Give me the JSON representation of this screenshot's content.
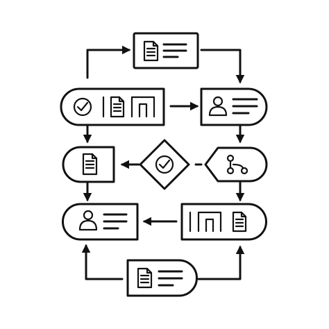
{
  "diagram": {
    "colors": {
      "ink": "#111111",
      "background": "#ffffff"
    },
    "nodes": [
      {
        "id": "top-document-card",
        "icons": [
          "document-icon",
          "text-lines-icon"
        ]
      },
      {
        "id": "approval-status-pill",
        "icons": [
          "checkmark-circle-icon",
          "document-icon",
          "layout-columns-icon"
        ]
      },
      {
        "id": "user-profile-card-right",
        "icons": [
          "user-icon",
          "text-lines-icon"
        ]
      },
      {
        "id": "document-pill-left",
        "icons": [
          "document-icon"
        ]
      },
      {
        "id": "decision-diamond",
        "icons": [
          "checkmark-circle-icon"
        ]
      },
      {
        "id": "branch-tag",
        "icons": [
          "git-branch-icon"
        ]
      },
      {
        "id": "user-profile-card-left",
        "icons": [
          "user-icon",
          "text-lines-icon"
        ]
      },
      {
        "id": "layout-document-pill",
        "icons": [
          "layout-columns-icon",
          "document-icon"
        ]
      },
      {
        "id": "bottom-document-pill",
        "icons": [
          "document-icon",
          "text-lines-icon"
        ]
      }
    ]
  }
}
